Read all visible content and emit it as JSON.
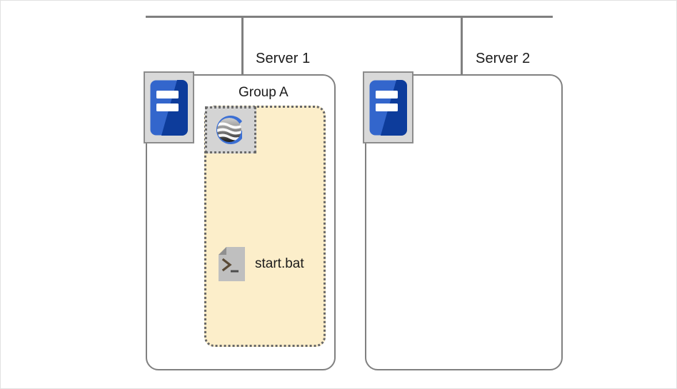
{
  "diagram": {
    "title": "Two-server deployment with grouped application on Server 1",
    "network": {
      "bus_name": "network-bus",
      "drops": [
        "Server 1",
        "Server 2"
      ]
    },
    "servers": [
      {
        "label": "Server 1",
        "icon": "server-icon",
        "group": {
          "label": "Group A",
          "app_icon": "application-logo-icon",
          "items": [
            {
              "name": "start.bat",
              "icon": "batch-script-icon"
            }
          ]
        }
      },
      {
        "label": "Server 2",
        "icon": "server-icon",
        "group": null
      }
    ],
    "colors": {
      "line": "#808080",
      "panel_border": "#808080",
      "group_fill": "#fceeca",
      "group_border": "#666666",
      "icon_tile": "#d9d9d9",
      "server_blue_light": "#3366cc",
      "server_blue_dark": "#0d3c9b",
      "logo_blue": "#3b6fd4",
      "file_gray": "#bfbfbf",
      "text": "#1a1a1a"
    }
  }
}
